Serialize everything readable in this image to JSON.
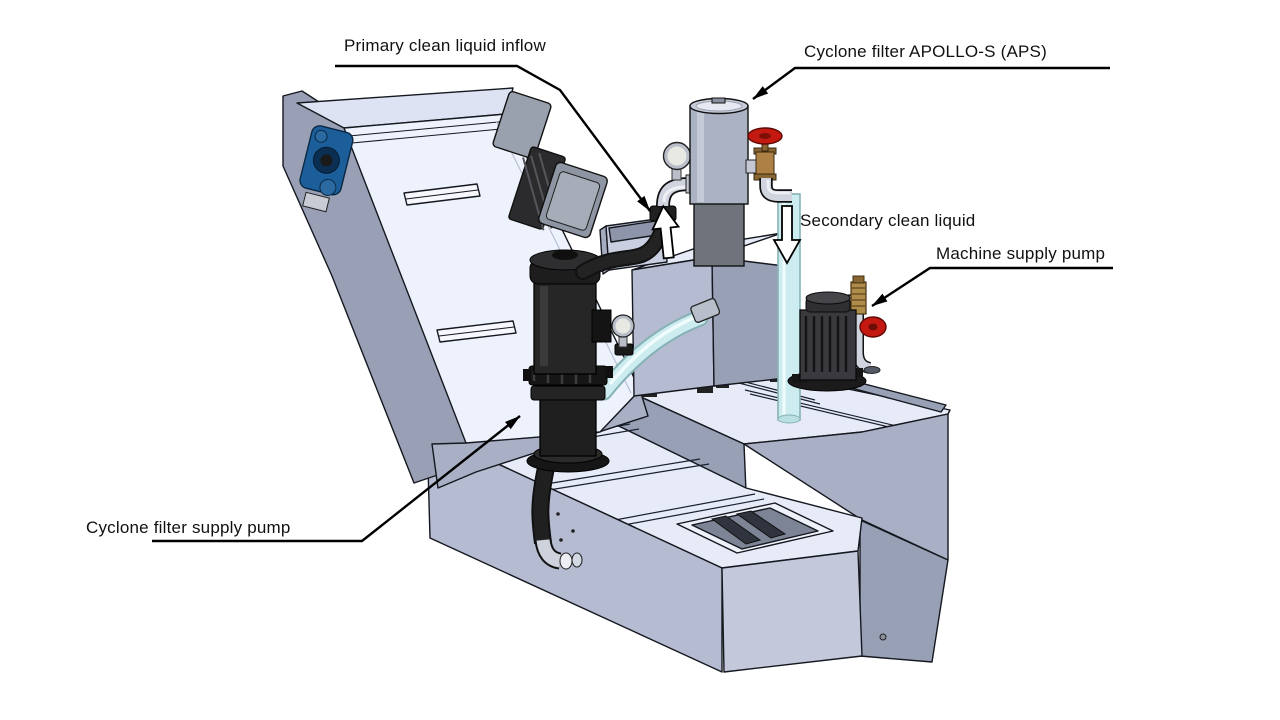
{
  "figure": {
    "type": "technical-illustration",
    "labels": {
      "primary_inflow": "Primary clean liquid inflow",
      "cyclone_filter": "Cyclone filter APOLLO-S (APS)",
      "secondary_liquid": "Secondary clean liquid",
      "machine_pump": "Machine supply pump",
      "supply_pump": "Cyclone filter supply pump"
    },
    "colors": {
      "bg": "#ffffff",
      "outline": "#15181f",
      "leader": "#000000",
      "face_top": "#e7ebf8",
      "face_front": "#b5bbd1",
      "face_side": "#c3c8db",
      "face_dark": "#a9b0c5",
      "face_darker": "#98a0b5",
      "cover": "#eef2fc",
      "cover_band": "#dde3f3",
      "frame": "#99a0b5",
      "black_part": "#1f1f1f",
      "cylinder_upper": "#abb2c3",
      "cylinder_lower": "#6f737b",
      "pipe_white": "#cfd4df",
      "hose_cyan": "#cdecef",
      "hose_cyan_edge": "#85b2b6",
      "brass": "#ad8045",
      "valve_red": "#c41910",
      "bearing_blue": "#1c5e99",
      "gauge_face": "#e9e9e3"
    }
  }
}
